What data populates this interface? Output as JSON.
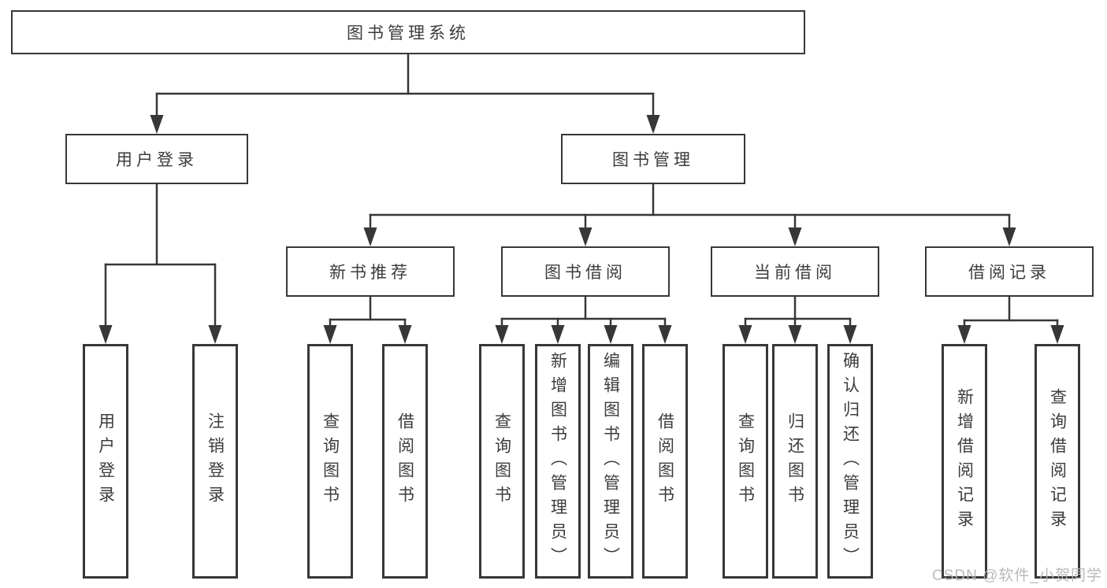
{
  "nodes": {
    "root": "图书管理系统",
    "user_login": "用户登录",
    "book_management": "图书管理",
    "new_book_recommend": "新书推荐",
    "book_borrow": "图书借阅",
    "current_borrow": "当前借阅",
    "borrow_record": "借阅记录",
    "leaf_user_login": "用户登录",
    "leaf_logout_login": "注销登录",
    "leaf_query_book_a": "查询图书",
    "leaf_borrow_book_a": "借阅图书",
    "leaf_query_book_b": "查询图书",
    "leaf_add_book_admin": "新增图书（管理员）",
    "leaf_edit_book_admin": "编辑图书（管理员）",
    "leaf_borrow_book_b": "借阅图书",
    "leaf_query_book_c": "查询图书",
    "leaf_return_book": "归还图书",
    "leaf_confirm_return_admin": "确认归还（管理员）",
    "leaf_add_borrow_record": "新增借阅记录",
    "leaf_query_borrow_record": "查询借阅记录"
  },
  "structure": {
    "图书管理系统": {
      "用户登录": [
        "用户登录",
        "注销登录"
      ],
      "图书管理": {
        "新书推荐": [
          "查询图书",
          "借阅图书"
        ],
        "图书借阅": [
          "查询图书",
          "新增图书（管理员）",
          "编辑图书（管理员）",
          "借阅图书"
        ],
        "当前借阅": [
          "查询图书",
          "归还图书",
          "确认归还（管理员）"
        ],
        "借阅记录": [
          "新增借阅记录",
          "查询借阅记录"
        ]
      }
    }
  },
  "watermark": "CSDN @软件_小贺同学",
  "colors": {
    "line": "#373737",
    "box_border": "#373737",
    "text": "#3c3c3c",
    "watermark": "#b4b4b4",
    "background": "#ffffff"
  }
}
